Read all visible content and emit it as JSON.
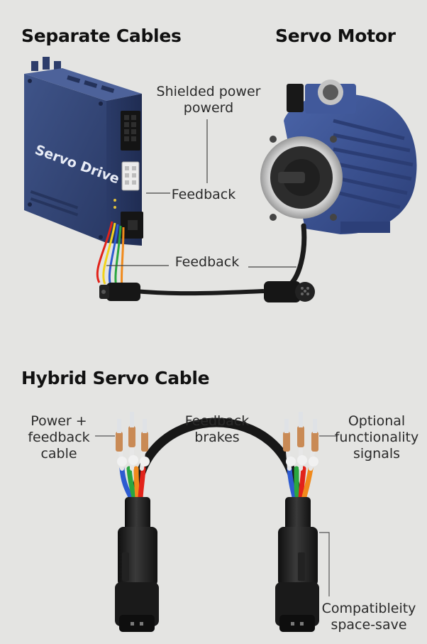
{
  "headings": {
    "separate": "Separate Cables",
    "servo_motor": "Servo Motor",
    "hybrid": "Hybrid Servo Cable"
  },
  "drive": {
    "label": "Servo Drive"
  },
  "callouts": {
    "shielded": "Shielded power\npowerd",
    "feedback_drive": "Feedback",
    "feedback_cable": "Feedback",
    "power_feedback": "Power +\nfeedback\ncable",
    "feedback_brakes": "Feedback\nbrakes",
    "optional": "Optional\nfunctionality\nsignals",
    "compat": "Compatibleity\nspace-save"
  },
  "colors": {
    "background": "#e4e4e2",
    "drive_blue": "#34477a",
    "motor_blue": "#3c5597",
    "cable_black": "#1b1b1b",
    "wire_red": "#e2231a",
    "wire_green": "#2aa640",
    "wire_blue": "#2d5bd1",
    "wire_orange": "#f08a1c",
    "wire_yellow": "#f2d21b",
    "ferrule_copper": "#c98a55"
  }
}
